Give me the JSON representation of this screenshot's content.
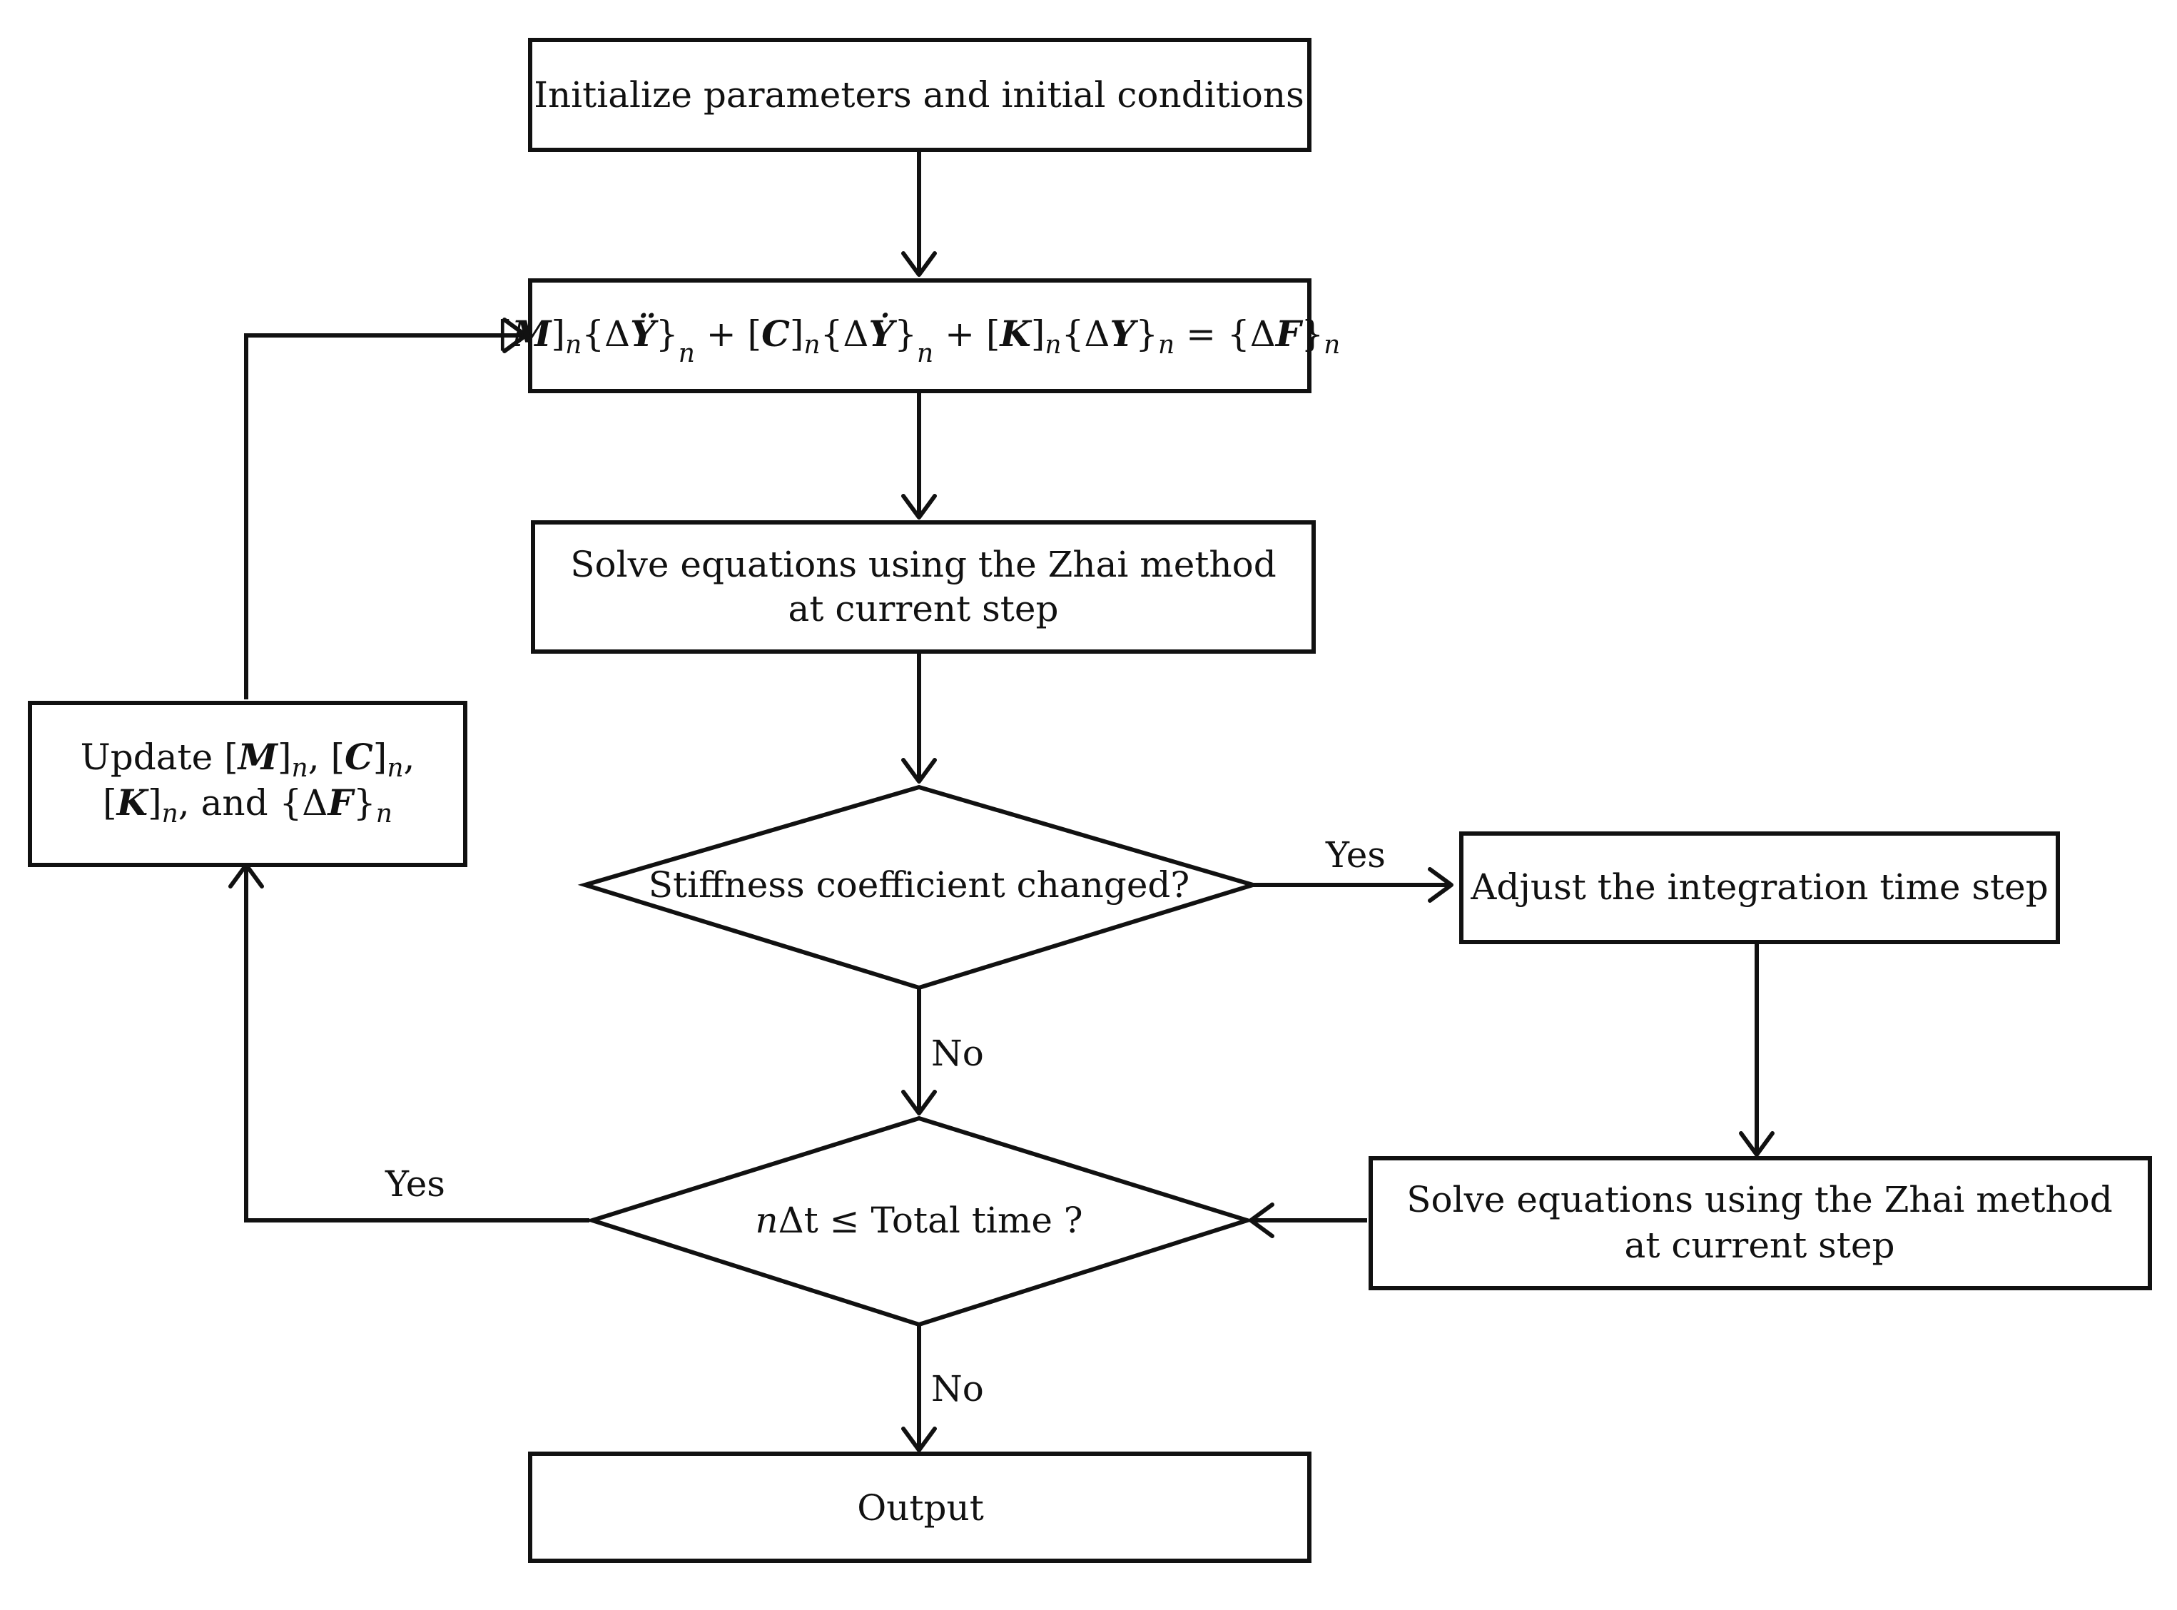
{
  "nodes": {
    "init": {
      "text": "Initialize parameters and initial conditions"
    },
    "equation": {
      "parts": [
        "[",
        "M",
        "]",
        "n",
        "{Δ",
        "Ÿ",
        "}",
        "n",
        " + [",
        "C",
        "]",
        "n",
        "{Δ",
        "Ẏ",
        "}",
        "n",
        " + [",
        "K",
        "]",
        "n",
        "{Δ",
        "Y",
        "}",
        "n",
        " = {Δ",
        "F",
        "}",
        "n"
      ]
    },
    "solve1": {
      "lines": [
        "Solve equations using the Zhai method",
        "at current step"
      ]
    },
    "stiffness": {
      "text": "Stiffness coefficient changed?"
    },
    "adjust": {
      "text": "Adjust the integration time step"
    },
    "solve2": {
      "lines": [
        "Solve equations using the Zhai method",
        "at current step"
      ]
    },
    "update": {
      "line1": [
        "Update [",
        "M",
        "]",
        "n",
        ", [",
        "C",
        "]",
        "n",
        ","
      ],
      "line2": [
        "[",
        "K",
        "]",
        "n",
        ", and {Δ",
        "F",
        "}",
        "n"
      ]
    },
    "time_check": {
      "italic": "n",
      "text": "Δt ≤ Total time ?"
    },
    "output": {
      "text": "Output"
    }
  },
  "edge_labels": {
    "stiffness_yes": "Yes",
    "stiffness_no": "No",
    "time_yes": "Yes",
    "time_no": "No"
  }
}
